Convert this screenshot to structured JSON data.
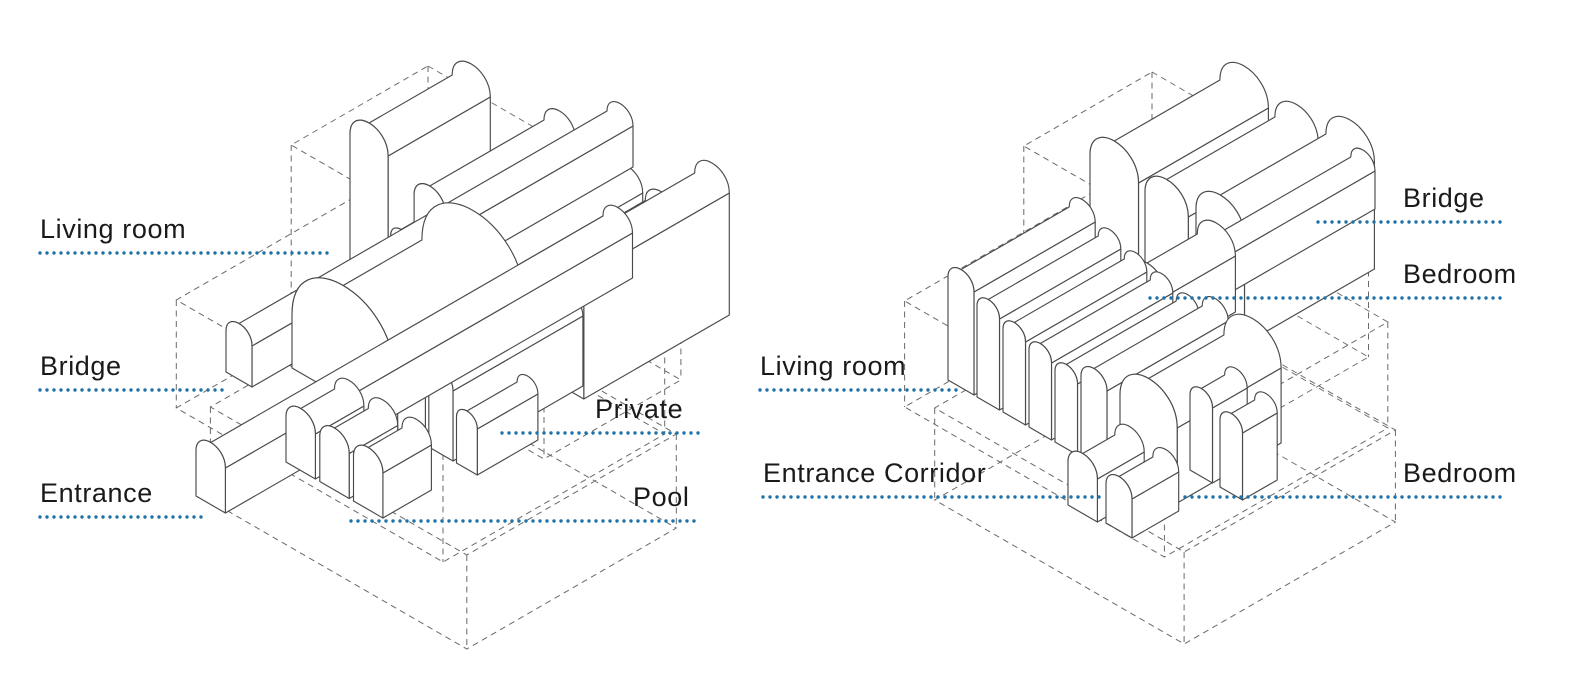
{
  "colors": {
    "leader": "#1E73A8",
    "line": "#4a4a4a",
    "dashline": "#6a6a6a",
    "text": "#1a1a1a"
  },
  "panels": [
    {
      "name": "left-axonometric",
      "labels": [
        {
          "id": "living-room",
          "text": "Living room"
        },
        {
          "id": "bridge",
          "text": "Bridge"
        },
        {
          "id": "entrance",
          "text": "Entrance"
        },
        {
          "id": "private",
          "text": "Private"
        },
        {
          "id": "pool",
          "text": "Pool"
        }
      ]
    },
    {
      "name": "right-axonometric",
      "labels": [
        {
          "id": "bridge",
          "text": "Bridge"
        },
        {
          "id": "bedroom-upper",
          "text": "Bedroom"
        },
        {
          "id": "living-room",
          "text": "Living room"
        },
        {
          "id": "entrance-corridor",
          "text": "Entrance Corridor"
        },
        {
          "id": "bedroom-lower",
          "text": "Bedroom"
        }
      ]
    }
  ]
}
